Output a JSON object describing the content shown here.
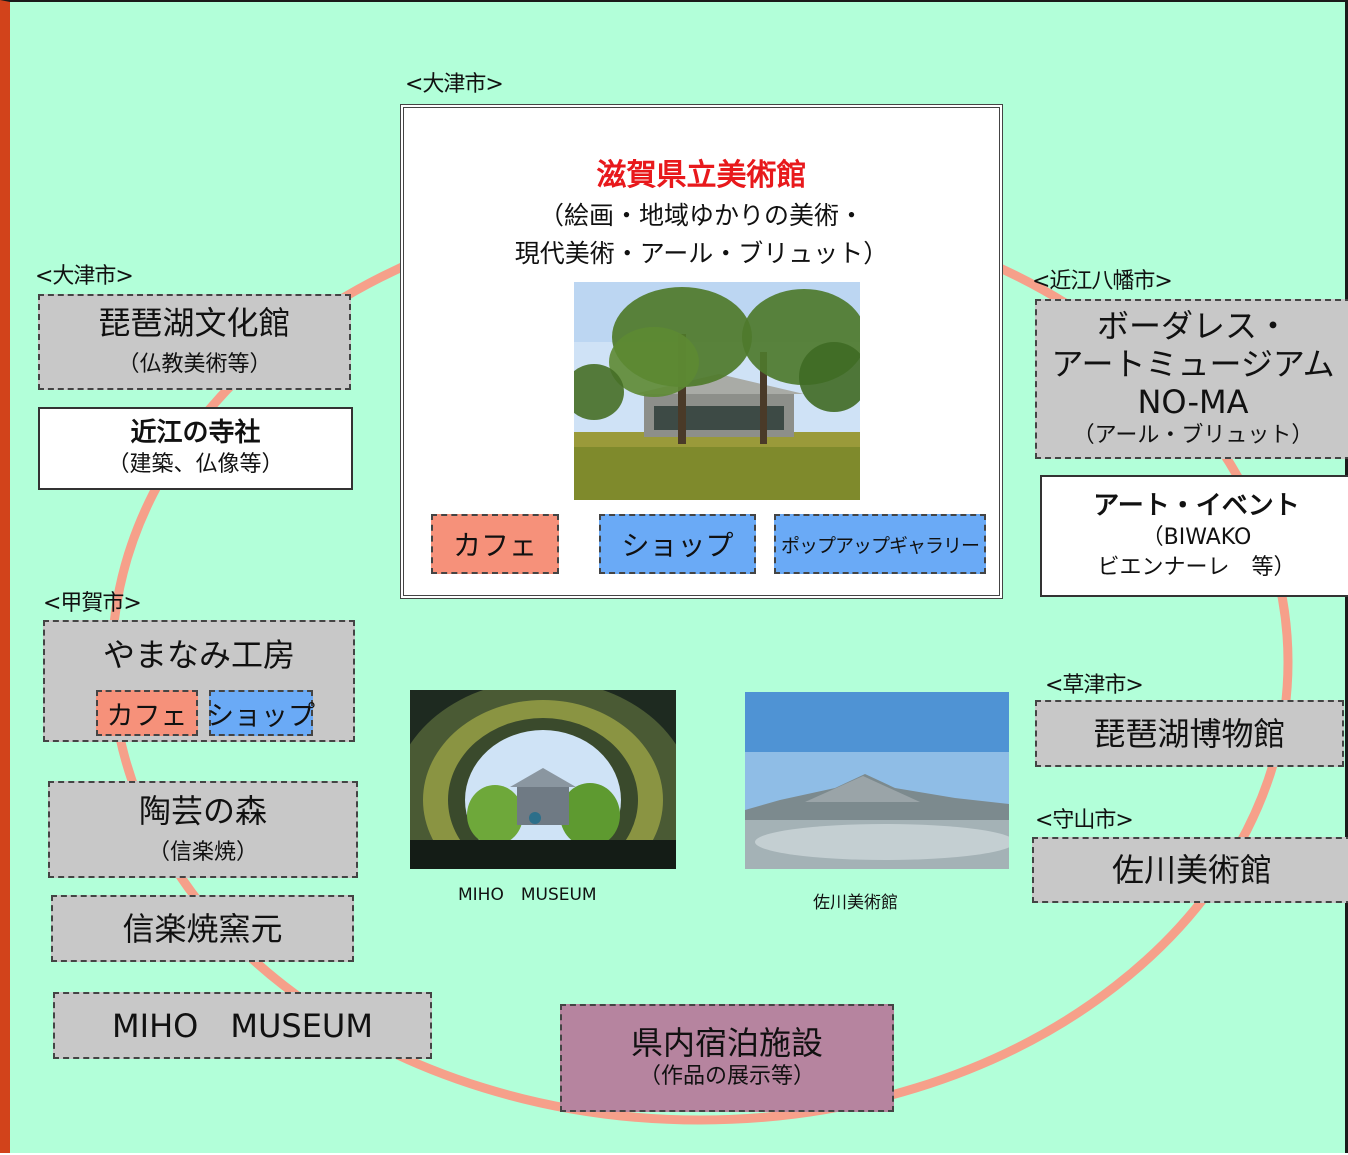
{
  "ring_color": "#f6a08a",
  "colors": {
    "background": "#b2ffd9",
    "grey_box": "#c8c8c8",
    "lodging_box": "#b6849f",
    "cafe": "#f6917a",
    "shop": "#6aaaf6",
    "title_red": "#e8191c"
  },
  "center": {
    "region": "<大津市>",
    "title": "滋賀県立美術館",
    "desc_line1": "（絵画・地域ゆかりの美術・",
    "desc_line2": "現代美術・アール・ブリュット）",
    "photo_icon": "museum-photo",
    "chips": {
      "cafe": "カフェ",
      "shop": "ショップ",
      "gallery": "ポップアップギャラリー"
    }
  },
  "left": {
    "otsu_region": "<大津市>",
    "biwako_bunkakan": {
      "name": "琵琶湖文化館",
      "note": "（仏教美術等）"
    },
    "temples": {
      "name": "近江の寺社",
      "note": "（建築、仏像等）"
    },
    "koka_region": "<甲賀市>",
    "yamanami": {
      "name": "やまなみ工房",
      "cafe": "カフェ",
      "shop": "ショップ"
    },
    "togei": {
      "name": "陶芸の森",
      "note": "（信楽焼）"
    },
    "kiln": {
      "name": "信楽焼窯元"
    },
    "miho": {
      "name": "MIHO　MUSEUM"
    }
  },
  "right": {
    "omihachiman_region": "<近江八幡市>",
    "noma": {
      "line1": "ボーダレス・",
      "line2": "アートミュージアム",
      "line3": "NO-MA",
      "note": "（アール・ブリュット）"
    },
    "art_event": {
      "name": "アート・イベント",
      "note1": "（BIWAKO",
      "note2": "ビエンナーレ　等）"
    },
    "kusatsu_region": "<草津市>",
    "lake_museum": {
      "name": "琵琶湖博物館"
    },
    "moriyama_region": "<守山市>",
    "sagawa": {
      "name": "佐川美術館"
    }
  },
  "bottom": {
    "lodging": {
      "name": "県内宿泊施設",
      "note": "（作品の展示等）"
    }
  },
  "photos": {
    "miho_caption": "MIHO　MUSEUM",
    "sagawa_caption": "佐川美術館"
  }
}
